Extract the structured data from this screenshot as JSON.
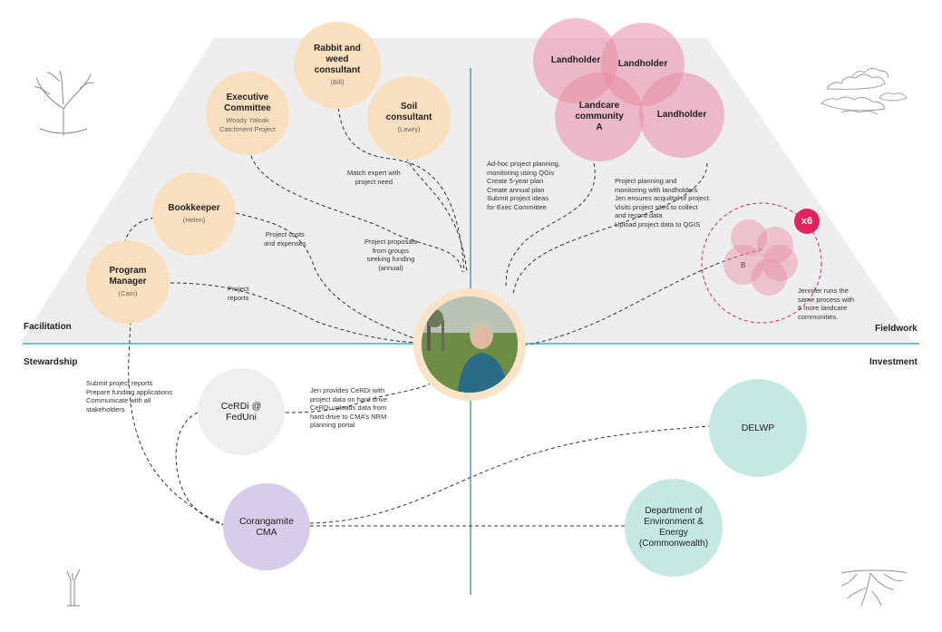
{
  "quadrants": {
    "facilitation": "Facilitation",
    "fieldwork": "Fieldwork",
    "stewardship": "Stewardship",
    "investment": "Investment"
  },
  "nodes": {
    "exec_title": "Executive Committee",
    "exec_sub": "Woady Yaloak Catchment Project",
    "rabbit_title": "Rabbit and weed consultant",
    "rabbit_sub": "(Bill)",
    "soil_title": "Soil consultant",
    "soil_sub": "(Lawry)",
    "bookkeeper_title": "Bookkeeper",
    "bookkeeper_sub": "(Helen)",
    "pm_title": "Program Manager",
    "pm_sub": "(Cam)",
    "landholder_1": "Landholder",
    "landholder_2": "Landholder",
    "landholder_3": "Landholder",
    "landcare": "Landcare community A",
    "cerdi": "CeRDi @ FedUni",
    "corangamite": "Corangamite CMA",
    "delwp": "DELWP",
    "doee": "Department of Environment & Energy (Commonwealth)",
    "mini_b": "B",
    "x6": "x6"
  },
  "labels": {
    "match_expert": "Match expert with\nproject need",
    "costs": "Project costs\nand expenses",
    "proposals": "Project proposals\nfrom groups\nseeking funding\n(annual)",
    "reports": "Project\nreports",
    "adhoc": "Ad-hoc project planning,\nmonitoring using QGis\nCreate 5-year plan\nCreate annual plan\nSubmit project ideas\nfor Exec Committee",
    "planning": "Project planning and\nmonitoring with landholders\nJen ensures acquittal of project.\nVisits project sites to collect\nand record data\nUpload project data to QGIS",
    "jennifer": "Jennifer runs the\nsame process with\n6 more landcare\ncommunities.",
    "submit": "Submit project reports\nPrepare funding applications\nCommunicate with all\nstakeholders",
    "cerdi_desc": "Jen provides CeRDi with\nproject data on hard drive.\nCeRDi uploads data from\nhard drive to CMA’s NRM\nplanning portal"
  },
  "colors": {
    "facilitation_nodes": "#f9dfbd",
    "landcare_nodes": "#e88ca5",
    "cerdi": "#efefef",
    "cma": "#d7cce9",
    "investment_nodes": "#c6e8e3",
    "axis": "#1a9aa6",
    "badge": "#e0245e",
    "trapezoid": "#eeeeee"
  },
  "icons": [
    "tree-icon-left",
    "clouds-icon",
    "sapling-icon",
    "roots-icon",
    "person-photo"
  ]
}
